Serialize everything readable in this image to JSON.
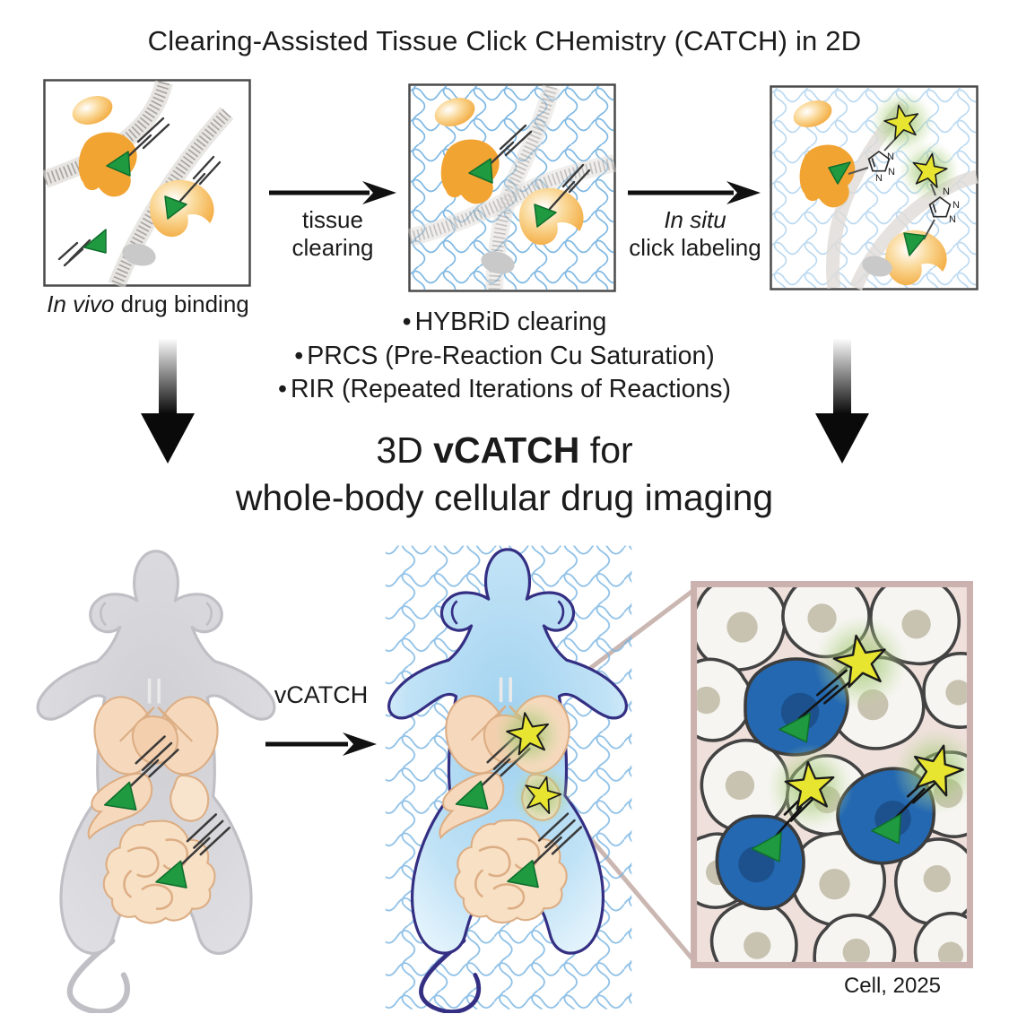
{
  "header": {
    "title": "Clearing-Assisted Tissue Click CHemistry (CATCH) in 2D"
  },
  "top_row": {
    "panel1": {
      "caption_italic": "In vivo",
      "caption_rest": " drug binding"
    },
    "step1": {
      "line1": "tissue",
      "line2": "clearing"
    },
    "step2": {
      "line1_italic": "In situ",
      "line2": "click labeling"
    }
  },
  "bullet_char": "•",
  "bullets": [
    "HYBRiD clearing",
    "PRCS (Pre-Reaction Cu Saturation)",
    "RIR (Repeated Iterations of Reactions)"
  ],
  "headline": {
    "pre": "3D ",
    "em": "vCATCH",
    "post": " for",
    "line2": "whole-body cellular drug imaging"
  },
  "bottom_row": {
    "arrow_label": "vCATCH"
  },
  "chem": {
    "nitrogen": "N"
  },
  "credit": "Cell, 2025",
  "colors": {
    "protein_orange": "#f2a433",
    "drug_triangle_green": "#1f9a40",
    "fluorophore_star_yellow": "#e7e52f",
    "glow_green": "#9dc65c",
    "hydrogel_mesh_blue": "#7ab5e2",
    "cleared_mouse_outline": "#342f83",
    "cleared_mouse_fill": "#b9ddf3",
    "invivo_mouse_gray": "#d8d8db",
    "organ_peach": "#f6d9bc",
    "organ_outline": "#dcae85",
    "membrane_gray": "#a9a5a1",
    "target_cell_blue": "#2368b0",
    "cell_white": "#f6f5f1",
    "cell_outline": "#434343",
    "nucleus_gray": "#c8c2b0",
    "inset_background": "#efe0dc",
    "inset_border": "#cbb2ae"
  }
}
